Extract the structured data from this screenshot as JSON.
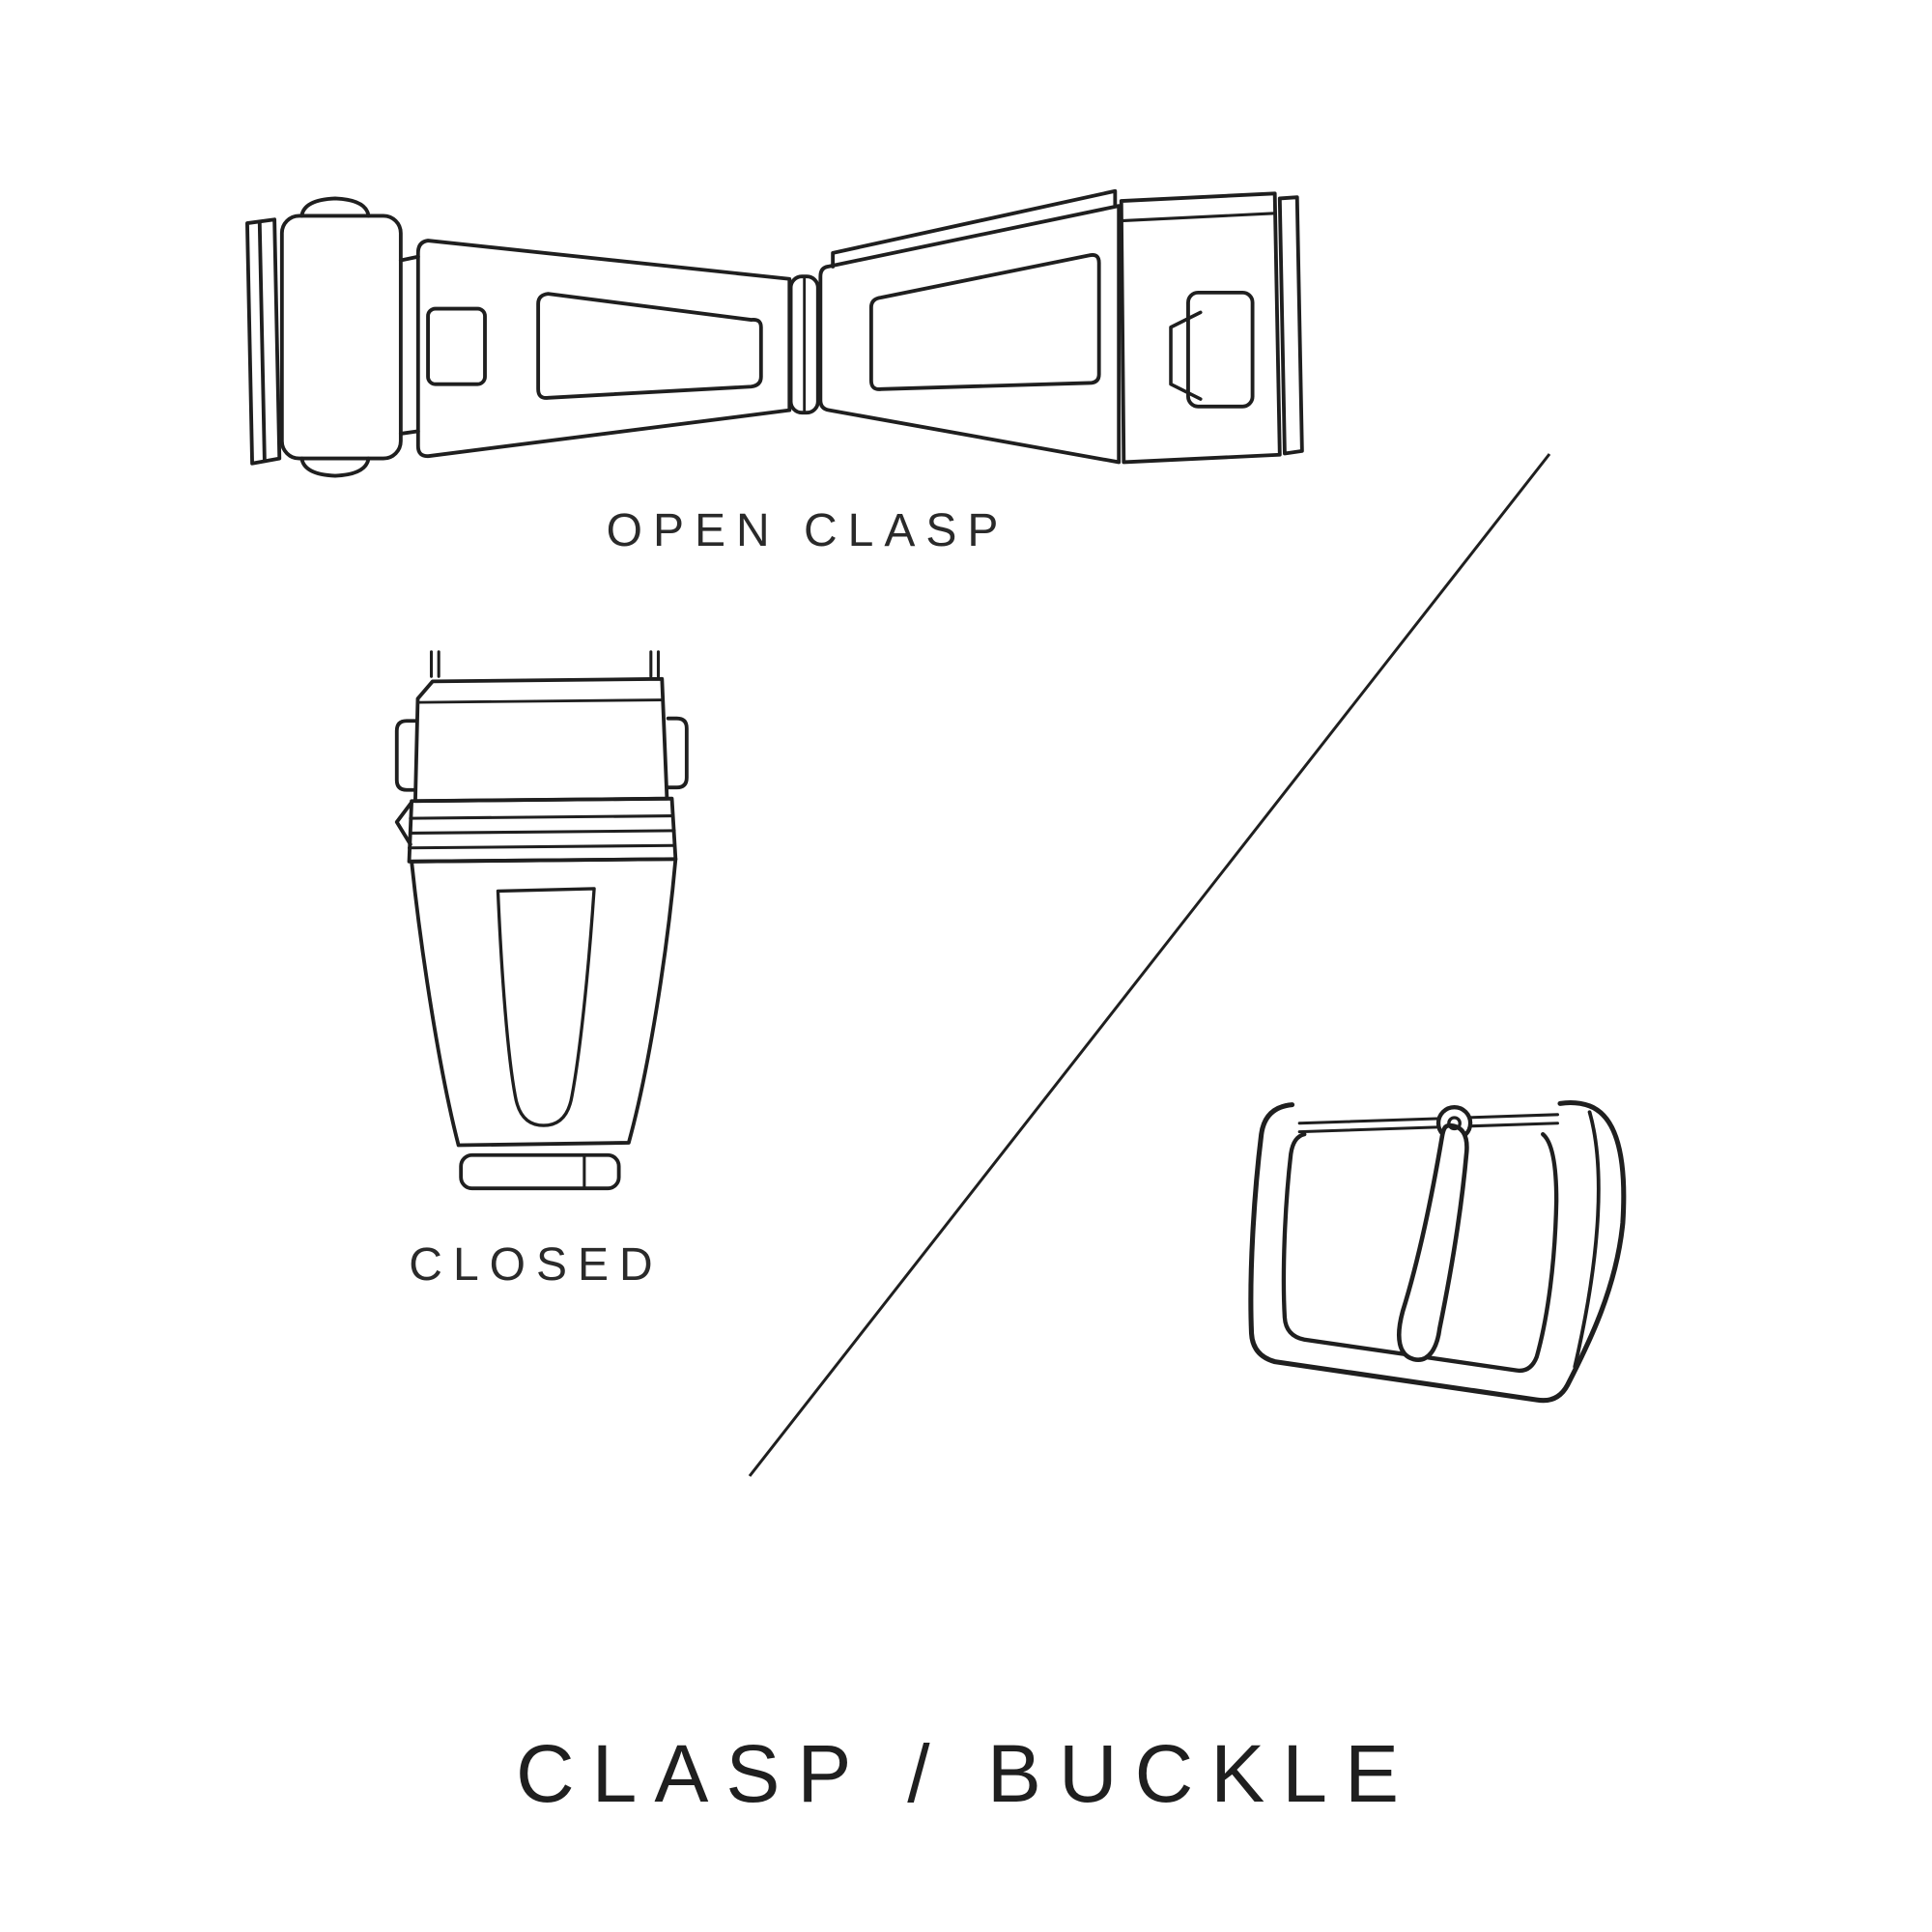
{
  "page": {
    "background": "#ffffff",
    "ink": "#1f1f1f"
  },
  "title": {
    "text": "CLASP / BUCKLE"
  },
  "figures": {
    "open_clasp": {
      "label": "OPEN CLASP"
    },
    "closed_clasp": {
      "label": "CLOSED"
    },
    "buckle": {
      "label": ""
    }
  }
}
